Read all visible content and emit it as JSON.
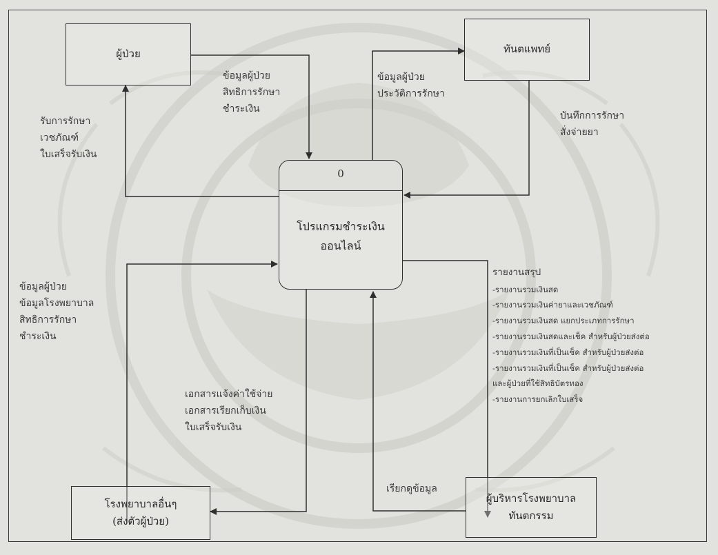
{
  "diagram": {
    "process": {
      "id": "0",
      "name": [
        "โปรแกรมชำระเงิน",
        "ออนไลน์"
      ]
    },
    "entities": {
      "patient": {
        "label": [
          "ผู้ป่วย"
        ]
      },
      "dentist": {
        "label": [
          "ทันตแพทย์"
        ]
      },
      "other_hospital": {
        "label": [
          "โรงพยาบาลอื่นๆ",
          "(ส่งตัวผู้ป่วย)"
        ]
      },
      "admin": {
        "label": [
          "ผู้บริหารโรงพยาบาล",
          "ทันตกรรม"
        ]
      }
    },
    "flows": {
      "patient_to_process": [
        "ข้อมูลผู้ป่วย",
        "สิทธิการรักษา",
        "ชำระเงิน"
      ],
      "process_to_patient": [
        "รับการรักษา",
        "เวชภัณฑ์",
        "ใบเสร็จรับเงิน"
      ],
      "process_to_dentist": [
        "ข้อมูลผู้ป่วย",
        "ประวัติการรักษา"
      ],
      "dentist_to_process": [
        "บันทึกการรักษา",
        "สั่งจ่ายยา"
      ],
      "other_to_process": [
        "ข้อมูลผู้ป่วย",
        "ข้อมูลโรงพยาบาล",
        "สิทธิการรักษา",
        "ชำระเงิน"
      ],
      "process_to_other": [
        "เอกสารแจ้งค่าใช้จ่าย",
        "เอกสารเรียกเก็บเงิน",
        "ใบเสร็จรับเงิน"
      ],
      "process_to_admin": [
        "รายงานสรุป",
        "-รายงานรวมเงินสด",
        "-รายงานรวมเงินค่ายาและเวชภัณฑ์",
        "-รายงานรวมเงินสด แยกประเภทการรักษา",
        "-รายงานรวมเงินสดและเช็ค สำหรับผู้ป่วยส่งต่อ",
        "-รายงานรวมเงินที่เป็นเช็ค สำหรับผู้ป่วยส่งต่อ",
        "-รายงานรวมเงินที่เป็นเช็ค สำหรับผู้ป่วยส่งต่อ",
        "และผู้ป่วยที่ใช้สิทธิบัตรทอง",
        "-รายงานการยกเลิกใบเสร็จ"
      ],
      "admin_to_process": [
        "เรียกดูข้อมูล"
      ]
    }
  }
}
